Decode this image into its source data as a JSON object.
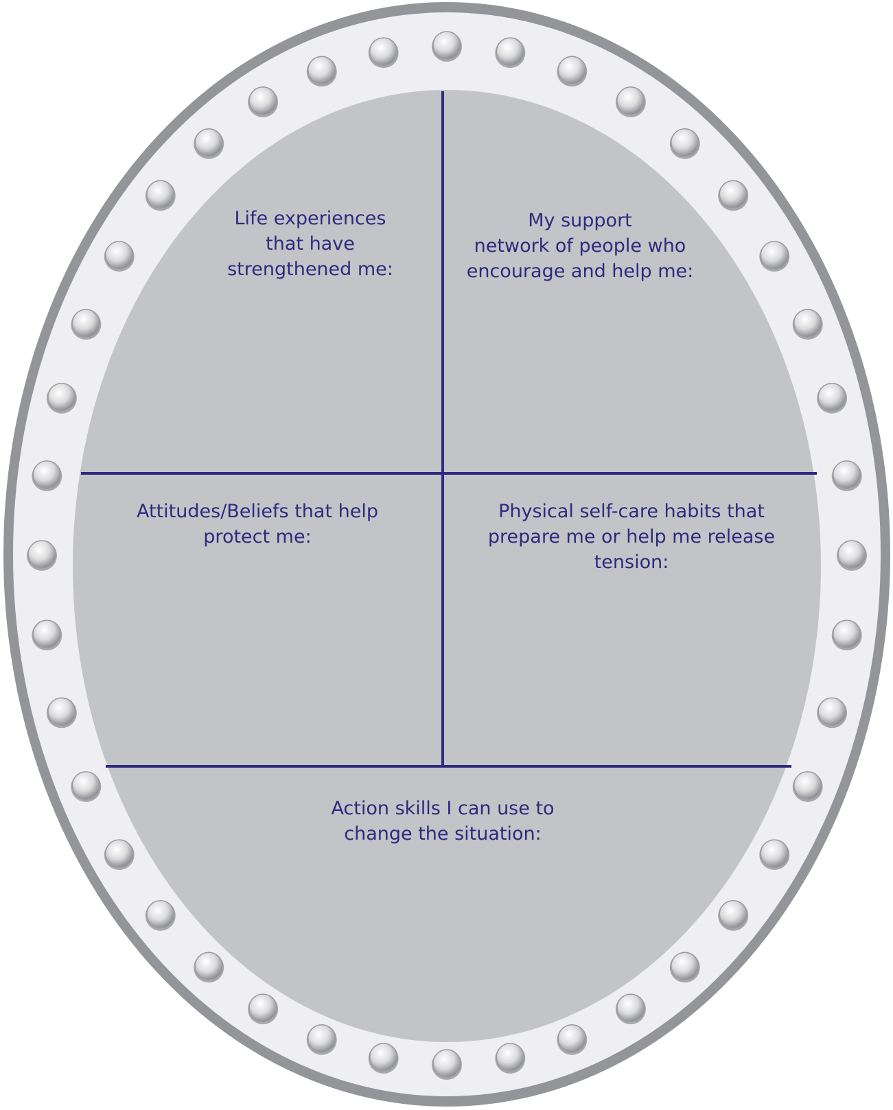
{
  "shield": {
    "frame_color": "#939598",
    "band_color": "#efeff1",
    "inner_color": "#c3c4c7",
    "divider_color": "#2e2a7f",
    "text_color": "#2e2a7f",
    "stud_count": 40
  },
  "sections": {
    "life_experiences": "Life experiences\nthat have\nstrengthened me:",
    "support_network": "My support\nnetwork of people who\nencourage and help me:",
    "attitudes_beliefs": "Attitudes/Beliefs that help\nprotect me:",
    "physical_self_care": "Physical self-care habits that\nprepare me or help me release\ntension:",
    "action_skills": "Action skills I can use to\nchange the situation:"
  }
}
